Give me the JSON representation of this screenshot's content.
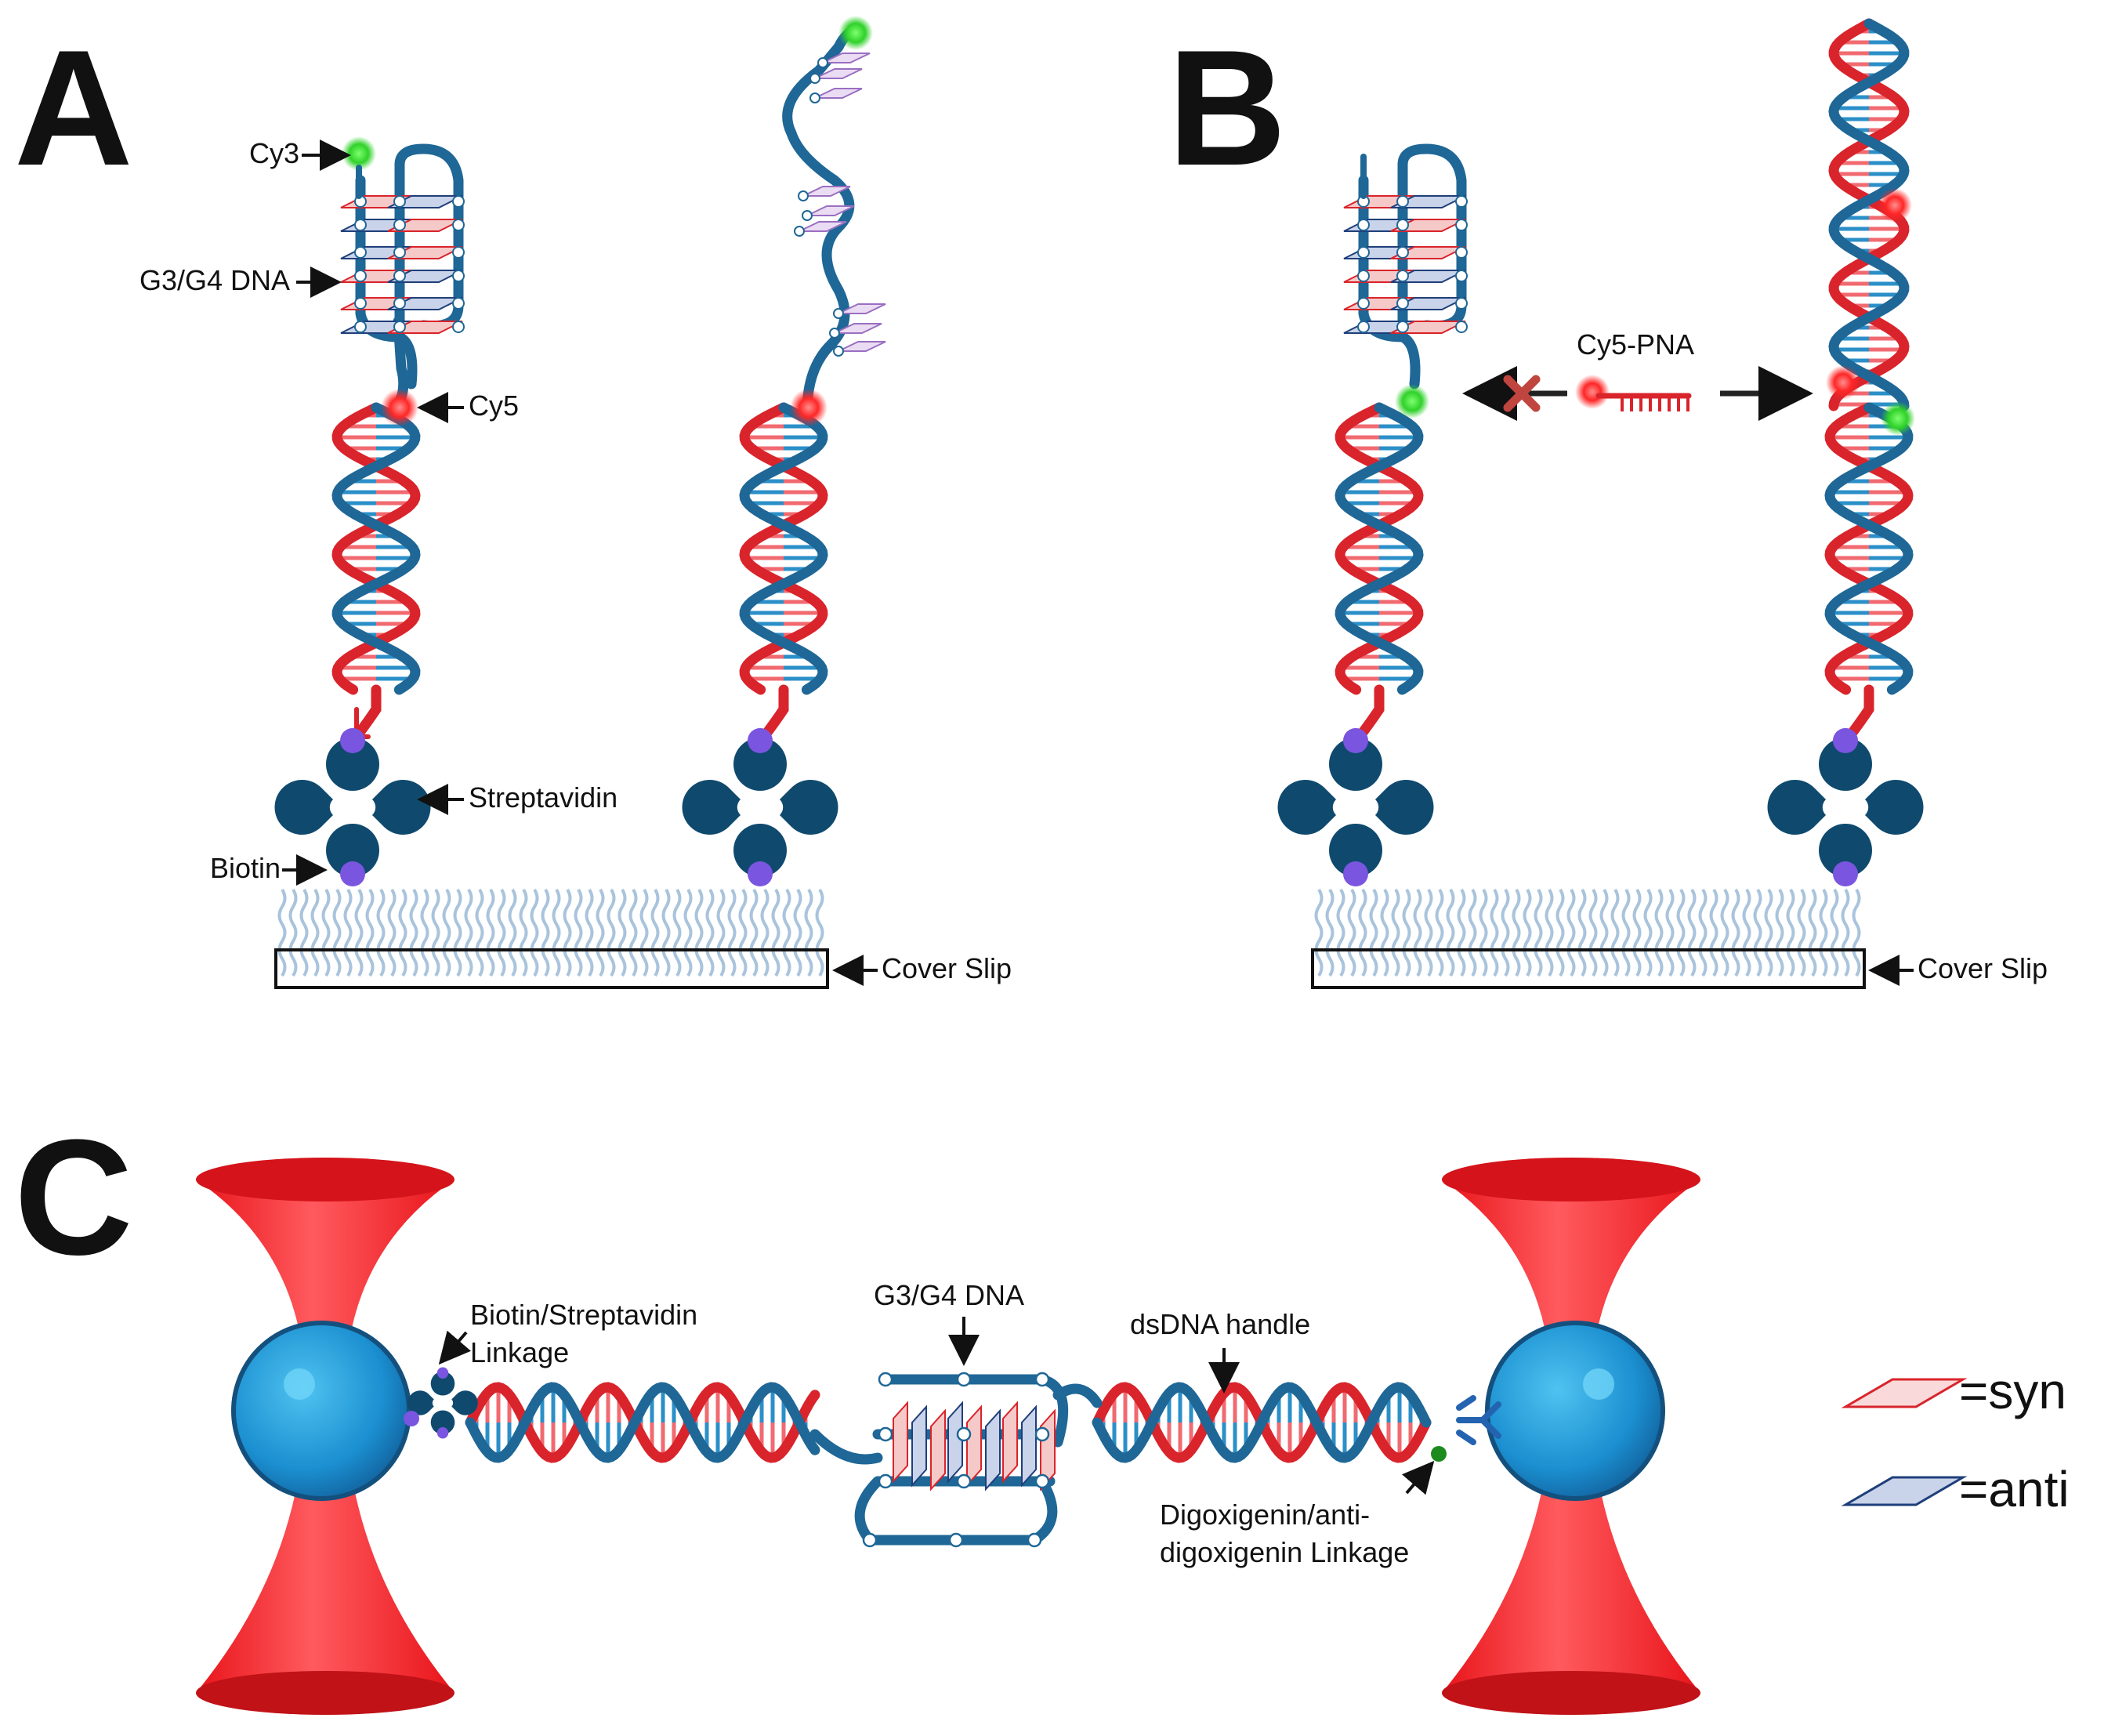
{
  "panels": {
    "a": {
      "letter": "A"
    },
    "b": {
      "letter": "B"
    },
    "c": {
      "letter": "C"
    }
  },
  "labels": {
    "cy3": "Cy3",
    "g3g4_dna": "G3/G4 DNA",
    "cy5": "Cy5",
    "streptavidin": "Streptavidin",
    "biotin": "Biotin",
    "cover_slip_a": "Cover Slip",
    "cy5_pna": "Cy5-PNA",
    "cover_slip_b": "Cover Slip",
    "biotin_streptavidin_1": "Biotin/Streptavidin",
    "biotin_streptavidin_2": "Linkage",
    "g3g4_dna_c": "G3/G4 DNA",
    "dsdna_handle": "dsDNA handle",
    "digoxigenin_1": "Digoxigenin/anti-",
    "digoxigenin_2": "digoxigenin Linkage"
  },
  "legend": {
    "syn": "=syn",
    "anti": "=anti"
  },
  "colors": {
    "dna_blue": "#1f6796",
    "dna_red": "#d9242b",
    "cy3_green": "#3ddc34",
    "cy5_red": "#ff2a2a",
    "streptavidin": "#0f4a6e",
    "biotin": "#7a55e0",
    "laser_red": "#f01c1c",
    "bead_blue": "#1b92d6",
    "syn_plane": "#f6c9c9",
    "anti_plane": "#c9d3ea"
  }
}
